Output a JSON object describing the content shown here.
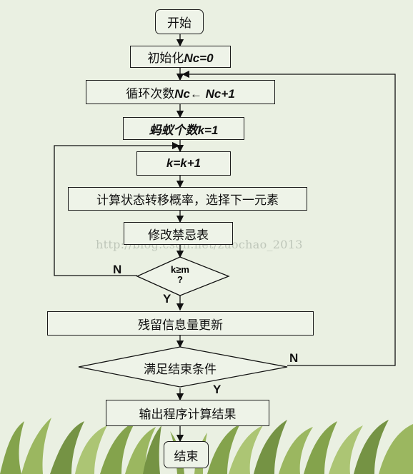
{
  "nodes": {
    "start": "开始",
    "init": "初始化Nc=0",
    "loop": "循环次数Nc← Nc+1",
    "ants": "蚂蚁个数k=1",
    "inc": "k=k+1",
    "prob": "计算状态转移概率，选择下一元素",
    "tabu": "修改禁忌表",
    "check_k_line1": "k≥m",
    "check_k_line2": "?",
    "pheromone": "残留信息量更新",
    "end_cond": "满足结束条件",
    "output": "输出程序计算结果",
    "end": "结束"
  },
  "labels": {
    "n1": "N",
    "y1": "Y",
    "n2": "N",
    "y2": "Y"
  },
  "watermark": "http://blog.csdn.net/zuochao_2013",
  "colors": {
    "background": "#eaf0e2",
    "box_fill": "#eef3e8",
    "grass_dark": "#6f8f3c",
    "grass_light": "#a9c36f"
  }
}
